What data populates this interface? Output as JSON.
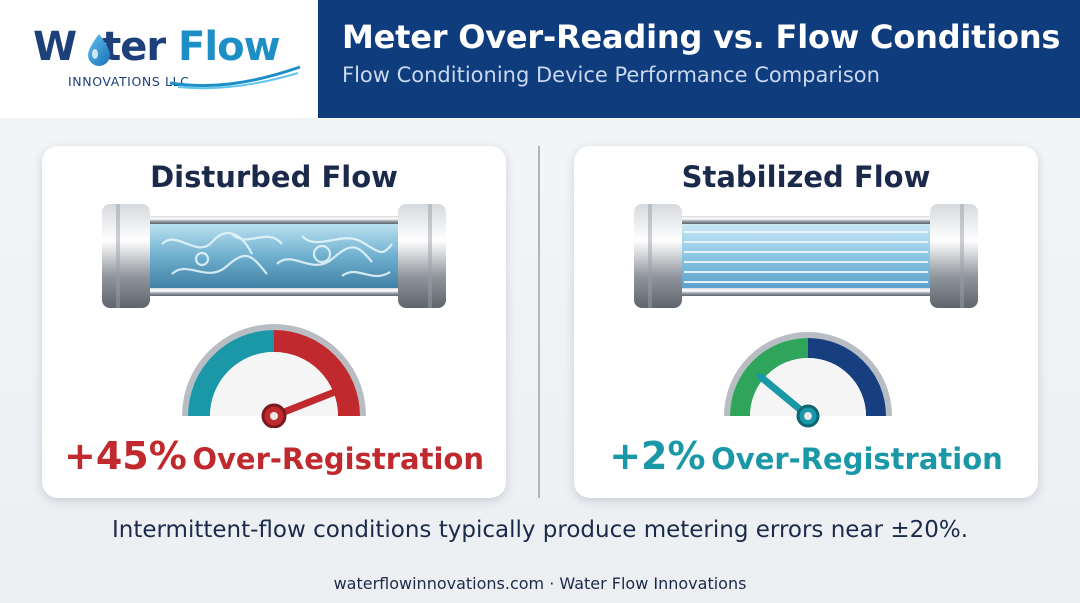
{
  "logo": {
    "word_part1": "W",
    "word_part2": "ter",
    "word_part3": "Flow",
    "tagline": "INNOVATIONS LLC",
    "icon": "water-drop-icon"
  },
  "header": {
    "title": "Meter Over-Reading vs. Flow Conditions",
    "subtitle": "Flow Conditioning Device Performance Comparison"
  },
  "panels": [
    {
      "title": "Disturbed Flow",
      "percent": "+45%",
      "label": "Over-Registration",
      "gauge_level": 0.88,
      "accent": "#c0292d",
      "gauge_colors": [
        "#1b98a7",
        "#c0292d"
      ]
    },
    {
      "title": "Stabilized Flow",
      "percent": "+2%",
      "label": "Over-Registration",
      "gauge_level": 0.22,
      "accent": "#1b98a7",
      "gauge_colors": [
        "#2fa55b",
        "#173f7f"
      ]
    }
  ],
  "note": "Intermittent-flow conditions typically produce metering errors near ±20%.",
  "footer": "waterflowinnovations.com · Water Flow Innovations",
  "colors": {
    "header_bg": "#0f3c7d",
    "logo_dark": "#1d3f7a",
    "logo_light": "#1e8fc6"
  }
}
